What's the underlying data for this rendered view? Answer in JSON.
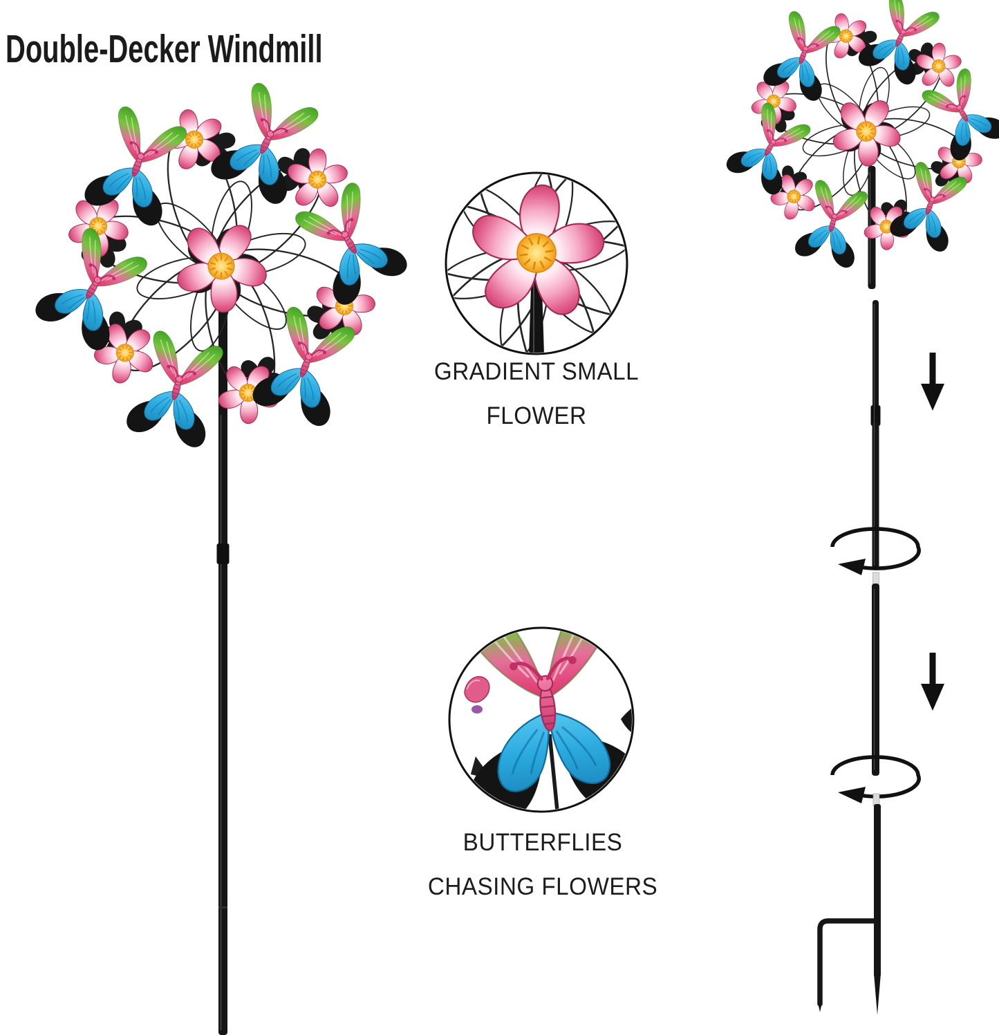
{
  "title": "Double-Decker Windmill",
  "callouts": {
    "flower": {
      "line1": "GRADIENT SMALL",
      "line2": "FLOWER"
    },
    "butterfly": {
      "line1": "BUTTERFLIES",
      "line2": "CHASING FLOWERS"
    }
  },
  "icons": {
    "down_arrow": "↓",
    "rotate_arrow": "↻"
  },
  "colors": {
    "background": "#ffffff",
    "title_text": "#1b1b1b",
    "caption_text": "#1c1c1c",
    "metal_black": "#1c1c1c",
    "wire_black": "#262626",
    "petal_pink": "#e05c8b",
    "petal_deep_pink": "#bd2f5e",
    "flower_center_yellow": "#f5a21b",
    "butterfly_green": "#5cb32e",
    "butterfly_pink": "#e5487e",
    "butterfly_blue": "#2fb3e8",
    "connector_gray": "#dedede"
  }
}
